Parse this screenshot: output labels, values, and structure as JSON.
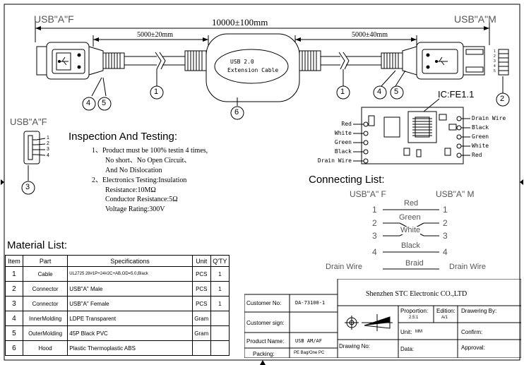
{
  "top": {
    "left_connector": "USB\"A\"F",
    "right_connector": "USB\"A\"M",
    "total_length": "10000±100mm",
    "left_length": "5000±20mm",
    "right_length": "5000±40mm",
    "module_line1": "USB 2.0",
    "module_line2": "Extension  Cable",
    "ic_label": "IC:FE1.1"
  },
  "callouts": [
    "1",
    "4",
    "5",
    "6",
    "2",
    "3"
  ],
  "usb_af_side": {
    "label": "USB\"A\"F",
    "pins": [
      "1",
      "2",
      "3",
      "4"
    ]
  },
  "right_pins": [
    "1",
    "2",
    "3",
    "4",
    "5"
  ],
  "pcb": {
    "left_wires": [
      "Red",
      "White",
      "Green",
      "Black",
      "Drain Wire"
    ],
    "right_wires": [
      "Drain Wire",
      "Black",
      "Green",
      "White",
      "Red"
    ]
  },
  "inspection": {
    "title": "Inspection And Testing:",
    "lines": [
      "1、Product must be 100% testin 4 times,",
      "No short、No Open Circuit、",
      "And No Dislocation",
      "2、Electronics Testing:Insulation",
      "Resistance:10MΩ",
      "Conductor Resistance:5Ω",
      "Voltage Rating:300V"
    ]
  },
  "connecting": {
    "title": "Connecting List:",
    "left_header": "USB\"A\" F",
    "right_header": "USB\"A\" M",
    "rows": [
      {
        "l": "1",
        "label": "Red",
        "r": "1"
      },
      {
        "l": "2",
        "label": "Green",
        "r": "2"
      },
      {
        "l": "3",
        "label": "White",
        "r": "3"
      },
      {
        "l": "4",
        "label": "Black",
        "r": "4"
      }
    ],
    "drain_left": "Drain Wire",
    "drain_label": "Braid",
    "drain_right": "Drain Wire"
  },
  "material": {
    "title": "Material List:",
    "headers": [
      "Item",
      "Part",
      "Specifications",
      "Unit",
      "Q'TY"
    ],
    "rows": [
      [
        "1",
        "Cable",
        "UL2725 28#1P+24#2C+AB,OD=5.0,Black",
        "PCS",
        "1"
      ],
      [
        "2",
        "Connector",
        "USB\"A\" Male",
        "PCS",
        "1"
      ],
      [
        "3",
        "Connector",
        "USB\"A\" Female",
        "PCS",
        "1"
      ],
      [
        "4",
        "InnerMolding",
        "LDPE Transparent",
        "Gram",
        ""
      ],
      [
        "5",
        "OuterMolding",
        "45P Black PVC",
        "Gram",
        ""
      ],
      [
        "6",
        "Hood",
        "Plastic Thermoplastic ABS",
        "",
        ""
      ]
    ]
  },
  "title_block": {
    "company": "Shenzhen STC Electronic CO.,LTD",
    "customer_no_label": "Customer No:",
    "customer_no": "DA-73100-1",
    "customer_sign_label": "Customer sign:",
    "product_name_label": "Product Name:",
    "product_name": "USB AM/AF",
    "packing_label": "Packing:",
    "packing": "PE Bag/One PC",
    "proportion_label": "Proportion:",
    "proportion": "2.5:1",
    "edition_label": "Edition:",
    "edition": "A/1",
    "drawering_by_label": "Drawering By:",
    "unit_label": "Unit:",
    "unit": "MM",
    "confirm_label": "Confirm:",
    "drawing_no_label": "Drawing No:",
    "data_label": "Data:",
    "approval_label": "Approval:"
  }
}
